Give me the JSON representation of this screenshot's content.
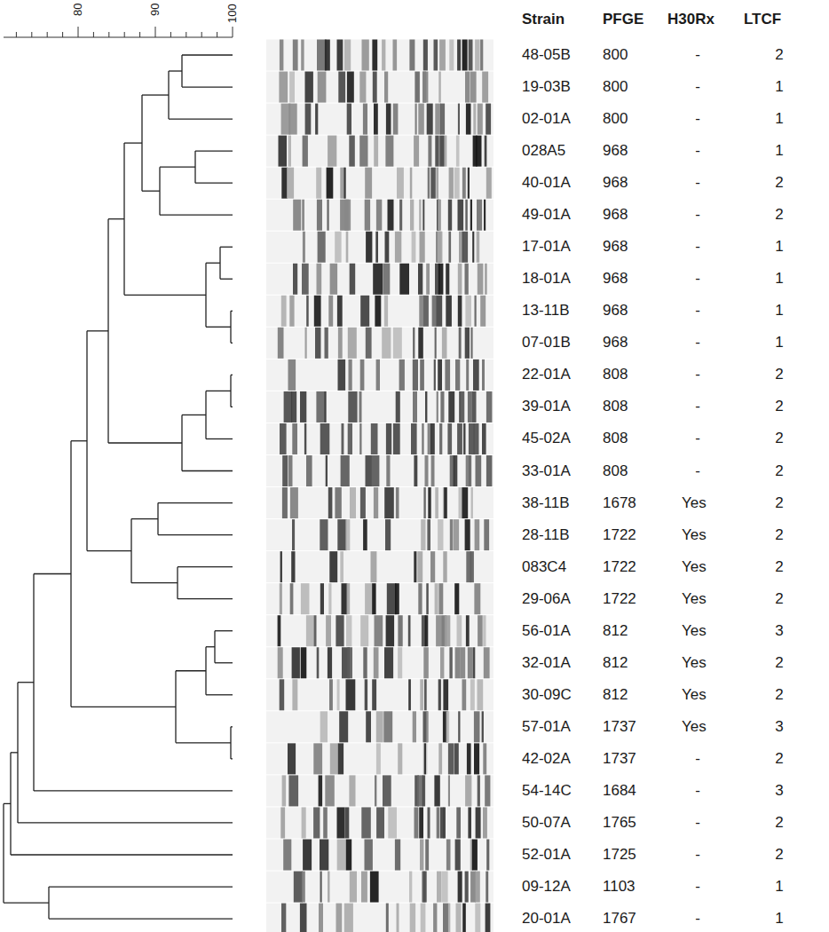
{
  "diagram": {
    "labels": [
      "80",
      "90",
      "100",
      "Strain",
      "PFGE",
      "H30Rx",
      "LTCF",
      "48-05B",
      "800",
      "-",
      "2",
      "19-03B",
      "800",
      "-",
      "1",
      "02-01A",
      "800",
      "-",
      "1",
      "028A5",
      "968",
      "-",
      "1",
      "40-01A",
      "968",
      "-",
      "2",
      "49-01A",
      "968",
      "-",
      "2",
      "17-01A",
      "968",
      "-",
      "1",
      "18-01A",
      "968",
      "-",
      "1",
      "13-11B",
      "968",
      "-",
      "1",
      "07-01B",
      "968",
      "-",
      "1",
      "22-01A",
      "808",
      "-",
      "2",
      "39-01A",
      "808",
      "-",
      "2",
      "45-02A",
      "808",
      "-",
      "2",
      "33-01A",
      "808",
      "-",
      "2",
      "38-11B",
      "1678",
      "Yes",
      "2",
      "28-11B",
      "1722",
      "Yes",
      "2",
      "083C4",
      "1722",
      "Yes",
      "2",
      "29-06A",
      "1722",
      "Yes",
      "2",
      "56-01A",
      "812",
      "Yes",
      "3",
      "32-01A",
      "812",
      "Yes",
      "2",
      "30-09C",
      "812",
      "Yes",
      "2",
      "57-01A",
      "1737",
      "Yes",
      "3",
      "42-02A",
      "1737",
      "-",
      "2",
      "54-14C",
      "1684",
      "-",
      "3",
      "50-07A",
      "1765",
      "-",
      "2",
      "52-01A",
      "1725",
      "-",
      "2",
      "09-12A",
      "1103",
      "-",
      "1",
      "20-01A",
      "1767",
      "-",
      "1"
    ]
  }
}
